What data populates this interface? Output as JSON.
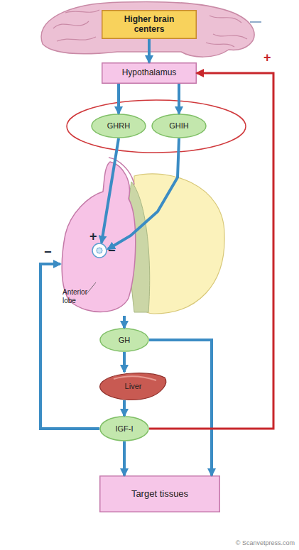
{
  "diagram": {
    "nodes": [
      {
        "text": [
          "Higher brain centers"
        ]
      },
      {
        "text": [
          "Hypothalamus"
        ]
      },
      {
        "text": [
          "GHRH"
        ]
      },
      {
        "text": [
          "GHIH"
        ]
      },
      {
        "text": [
          "Anterior lobe"
        ]
      },
      {
        "text": [
          "GH"
        ]
      },
      {
        "text": [
          "Liver"
        ]
      },
      {
        "text": [
          "IGF-I"
        ]
      },
      {
        "text": [
          "Target tissues"
        ]
      }
    ],
    "edges": [
      {
        "from": 0,
        "to": 1,
        "arrow": "to"
      },
      {
        "from": 1,
        "to": 2,
        "arrow": "to"
      },
      {
        "from": 1,
        "to": 3,
        "arrow": "to"
      },
      {
        "from": 2,
        "to": 4,
        "label": "+",
        "arrow": "to"
      },
      {
        "from": 3,
        "to": 4,
        "label": "−",
        "arrow": "to"
      },
      {
        "from": 4,
        "to": 5,
        "arrow": "to"
      },
      {
        "from": 5,
        "to": 6,
        "arrow": "to"
      },
      {
        "from": 5,
        "to": 8,
        "arrow": "to"
      },
      {
        "from": 6,
        "to": 7,
        "arrow": "to"
      },
      {
        "from": 7,
        "to": 8,
        "arrow": "to"
      },
      {
        "from": 7,
        "to": 4,
        "label": "−",
        "arrow": "to"
      },
      {
        "from": 7,
        "to": 1,
        "label": "+",
        "arrow": "to"
      }
    ],
    "labels": [
      "© Scanvetpress.com"
    ]
  }
}
